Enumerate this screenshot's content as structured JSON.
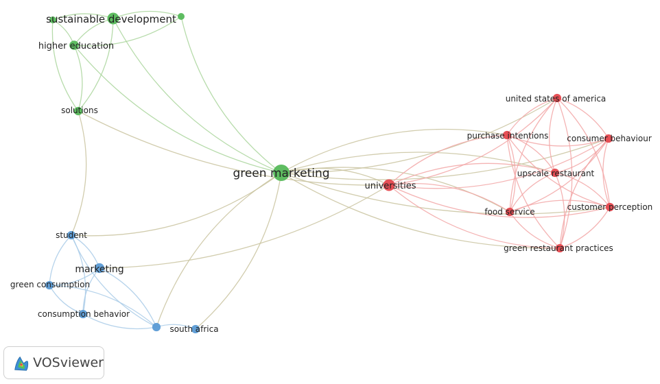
{
  "app": {
    "logo_text": "VOSviewer"
  },
  "colors": {
    "green_cluster": "#56b95a",
    "red_cluster": "#e5474d",
    "blue_cluster": "#5b9bd5",
    "edge_green": "#a9d59b",
    "edge_red": "#f2a6a6",
    "edge_blue": "#a9cbe8",
    "edge_mixed": "#c9c39f"
  },
  "network": {
    "nodes": [
      {
        "id": "sustainable_development",
        "label": "sustainable development",
        "cluster": "green",
        "weight": 2
      },
      {
        "id": "g_top_left",
        "label": "",
        "cluster": "green",
        "weight": 1
      },
      {
        "id": "g_top_right",
        "label": "",
        "cluster": "green",
        "weight": 1
      },
      {
        "id": "higher_education",
        "label": "higher education",
        "cluster": "green",
        "weight": 1.5
      },
      {
        "id": "solutions",
        "label": "solutions",
        "cluster": "green",
        "weight": 1.3
      },
      {
        "id": "green_marketing",
        "label": "green marketing",
        "cluster": "green",
        "weight": 3
      },
      {
        "id": "universities",
        "label": "universities",
        "cluster": "red",
        "weight": 2
      },
      {
        "id": "united_states_of_america",
        "label": "united states of america",
        "cluster": "red",
        "weight": 1.3
      },
      {
        "id": "purchase_intentions",
        "label": "purchase intentions",
        "cluster": "red",
        "weight": 1.3
      },
      {
        "id": "consumer_behaviour",
        "label": "consumer behaviour",
        "cluster": "red",
        "weight": 1.3
      },
      {
        "id": "upscale_restaurant",
        "label": "upscale restaurant",
        "cluster": "red",
        "weight": 1.3
      },
      {
        "id": "customer_perception",
        "label": "customer perception",
        "cluster": "red",
        "weight": 1.3
      },
      {
        "id": "food_service",
        "label": "food service",
        "cluster": "red",
        "weight": 1.3
      },
      {
        "id": "green_restaurant_practices",
        "label": "green restaurant practices",
        "cluster": "red",
        "weight": 1.3
      },
      {
        "id": "student",
        "label": "student",
        "cluster": "blue",
        "weight": 1.3
      },
      {
        "id": "marketing",
        "label": "marketing",
        "cluster": "blue",
        "weight": 1.6
      },
      {
        "id": "green_consumption",
        "label": "green consumption",
        "cluster": "blue",
        "weight": 1.3
      },
      {
        "id": "consumption_behavior",
        "label": "consumption behavior",
        "cluster": "blue",
        "weight": 1.3
      },
      {
        "id": "b_bottom_mid",
        "label": "",
        "cluster": "blue",
        "weight": 1.3
      },
      {
        "id": "south_africa",
        "label": "south africa",
        "cluster": "blue",
        "weight": 1.3
      }
    ],
    "links": [
      [
        "sustainable_development",
        "g_top_left"
      ],
      [
        "sustainable_development",
        "g_top_right"
      ],
      [
        "sustainable_development",
        "higher_education"
      ],
      [
        "sustainable_development",
        "solutions"
      ],
      [
        "sustainable_development",
        "green_marketing"
      ],
      [
        "g_top_left",
        "higher_education"
      ],
      [
        "g_top_left",
        "solutions"
      ],
      [
        "g_top_right",
        "higher_education"
      ],
      [
        "g_top_right",
        "green_marketing"
      ],
      [
        "higher_education",
        "solutions"
      ],
      [
        "higher_education",
        "green_marketing"
      ],
      [
        "solutions",
        "student"
      ],
      [
        "solutions",
        "universities"
      ],
      [
        "green_marketing",
        "universities"
      ],
      [
        "green_marketing",
        "united_states_of_america"
      ],
      [
        "green_marketing",
        "purchase_intentions"
      ],
      [
        "green_marketing",
        "consumer_behaviour"
      ],
      [
        "green_marketing",
        "upscale_restaurant"
      ],
      [
        "green_marketing",
        "customer_perception"
      ],
      [
        "green_marketing",
        "food_service"
      ],
      [
        "green_marketing",
        "green_restaurant_practices"
      ],
      [
        "green_marketing",
        "student"
      ],
      [
        "green_marketing",
        "b_bottom_mid"
      ],
      [
        "green_marketing",
        "south_africa"
      ],
      [
        "universities",
        "united_states_of_america"
      ],
      [
        "universities",
        "purchase_intentions"
      ],
      [
        "universities",
        "consumer_behaviour"
      ],
      [
        "universities",
        "upscale_restaurant"
      ],
      [
        "universities",
        "customer_perception"
      ],
      [
        "universities",
        "food_service"
      ],
      [
        "universities",
        "green_restaurant_practices"
      ],
      [
        "universities",
        "marketing"
      ],
      [
        "united_states_of_america",
        "purchase_intentions"
      ],
      [
        "united_states_of_america",
        "consumer_behaviour"
      ],
      [
        "united_states_of_america",
        "upscale_restaurant"
      ],
      [
        "united_states_of_america",
        "customer_perception"
      ],
      [
        "united_states_of_america",
        "food_service"
      ],
      [
        "united_states_of_america",
        "green_restaurant_practices"
      ],
      [
        "purchase_intentions",
        "consumer_behaviour"
      ],
      [
        "purchase_intentions",
        "upscale_restaurant"
      ],
      [
        "purchase_intentions",
        "customer_perception"
      ],
      [
        "purchase_intentions",
        "food_service"
      ],
      [
        "purchase_intentions",
        "green_restaurant_practices"
      ],
      [
        "consumer_behaviour",
        "upscale_restaurant"
      ],
      [
        "consumer_behaviour",
        "customer_perception"
      ],
      [
        "consumer_behaviour",
        "food_service"
      ],
      [
        "consumer_behaviour",
        "green_restaurant_practices"
      ],
      [
        "upscale_restaurant",
        "customer_perception"
      ],
      [
        "upscale_restaurant",
        "food_service"
      ],
      [
        "upscale_restaurant",
        "green_restaurant_practices"
      ],
      [
        "customer_perception",
        "food_service"
      ],
      [
        "customer_perception",
        "green_restaurant_practices"
      ],
      [
        "food_service",
        "green_restaurant_practices"
      ],
      [
        "student",
        "marketing"
      ],
      [
        "student",
        "green_consumption"
      ],
      [
        "student",
        "consumption_behavior"
      ],
      [
        "student",
        "b_bottom_mid"
      ],
      [
        "marketing",
        "green_consumption"
      ],
      [
        "marketing",
        "consumption_behavior"
      ],
      [
        "marketing",
        "b_bottom_mid"
      ],
      [
        "green_consumption",
        "consumption_behavior"
      ],
      [
        "green_consumption",
        "b_bottom_mid"
      ],
      [
        "consumption_behavior",
        "b_bottom_mid"
      ],
      [
        "b_bottom_mid",
        "south_africa"
      ]
    ]
  }
}
